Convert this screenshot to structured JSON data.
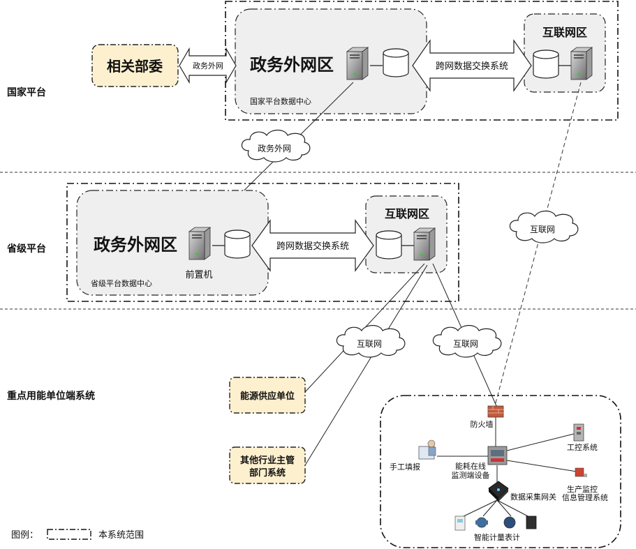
{
  "layers": {
    "national": "国家平台",
    "provincial": "省级平台",
    "enterprise": "重点用能单位端系统"
  },
  "national": {
    "ministries": "相关部委",
    "ministries_link": "政务外网",
    "gov_zone_title": "政务外网区",
    "data_center": "国家平台数据中心",
    "exchange": "跨网数据交换系统",
    "internet_zone_title": "互联网区"
  },
  "clouds": {
    "gov_net": "政务外网",
    "internet_right": "互联网",
    "internet_left": "互联网",
    "internet_mid": "互联网"
  },
  "provincial": {
    "gov_zone_title": "政务外网区",
    "front_server": "前置机",
    "data_center": "省级平台数据中心",
    "exchange": "跨网数据交换系统",
    "internet_zone_title": "互联网区"
  },
  "enterprise": {
    "energy_supplier": "能源供应单位",
    "other_dept_line1": "其他行业主管",
    "other_dept_line2": "部门系统",
    "firewall": "防火墙",
    "manual_entry": "手工填报",
    "device_line1": "能耗在线",
    "device_line2": "监测端设备",
    "control_system": "工控系统",
    "prod_line1": "生产监控",
    "prod_line2": "信息管理系统",
    "gateway": "数据采集网关",
    "meters": "智能计量表计"
  },
  "legend": {
    "prefix": "图例：",
    "label": "本系统范围"
  },
  "colors": {
    "zone_fill": "#efefef",
    "highlight_fill": "#fdf0cf",
    "line": "#222222"
  }
}
